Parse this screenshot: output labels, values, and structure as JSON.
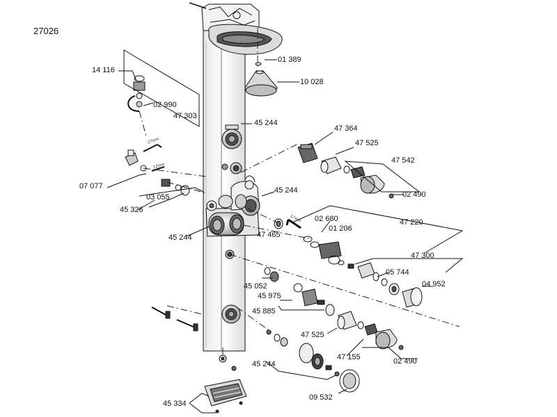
{
  "model_number": "27026",
  "parts": [
    {
      "key": "p01389",
      "number": "01 389"
    },
    {
      "key": "p10028",
      "number": "10 028"
    },
    {
      "key": "p14116",
      "number": "14 116"
    },
    {
      "key": "p02990",
      "number": "02 990"
    },
    {
      "key": "p47303",
      "number": "47 303"
    },
    {
      "key": "p45244a",
      "number": "45 244"
    },
    {
      "key": "p47364",
      "number": "47 364"
    },
    {
      "key": "p47525a",
      "number": "47 525"
    },
    {
      "key": "p47542",
      "number": "47 542"
    },
    {
      "key": "p07077",
      "number": "07 077"
    },
    {
      "key": "p02490a",
      "number": "02 490"
    },
    {
      "key": "p45244b",
      "number": "45 244"
    },
    {
      "key": "p03055",
      "number": "03 055"
    },
    {
      "key": "p45326",
      "number": "45 326"
    },
    {
      "key": "p02680",
      "number": "02 680"
    },
    {
      "key": "p47220",
      "number": "47 220"
    },
    {
      "key": "p01206",
      "number": "01 206"
    },
    {
      "key": "p47465",
      "number": "47 465"
    },
    {
      "key": "p45244c",
      "number": "45 244"
    },
    {
      "key": "p47300",
      "number": "47 300"
    },
    {
      "key": "p05744",
      "number": "05 744"
    },
    {
      "key": "p45052",
      "number": "45 052"
    },
    {
      "key": "p04952",
      "number": "04 952"
    },
    {
      "key": "p45975",
      "number": "45 975"
    },
    {
      "key": "p45885",
      "number": "45 885"
    },
    {
      "key": "p47525b",
      "number": "47 525"
    },
    {
      "key": "p47155",
      "number": "47 155"
    },
    {
      "key": "p02490b",
      "number": "02 490"
    },
    {
      "key": "p45244d",
      "number": "45 244"
    },
    {
      "key": "p09532",
      "number": "09 532"
    },
    {
      "key": "p45334",
      "number": "45 334"
    }
  ],
  "dimension_notes": {
    "d27mm": "27mm",
    "d12mm": "12mm",
    "d17mm": "17mm"
  }
}
